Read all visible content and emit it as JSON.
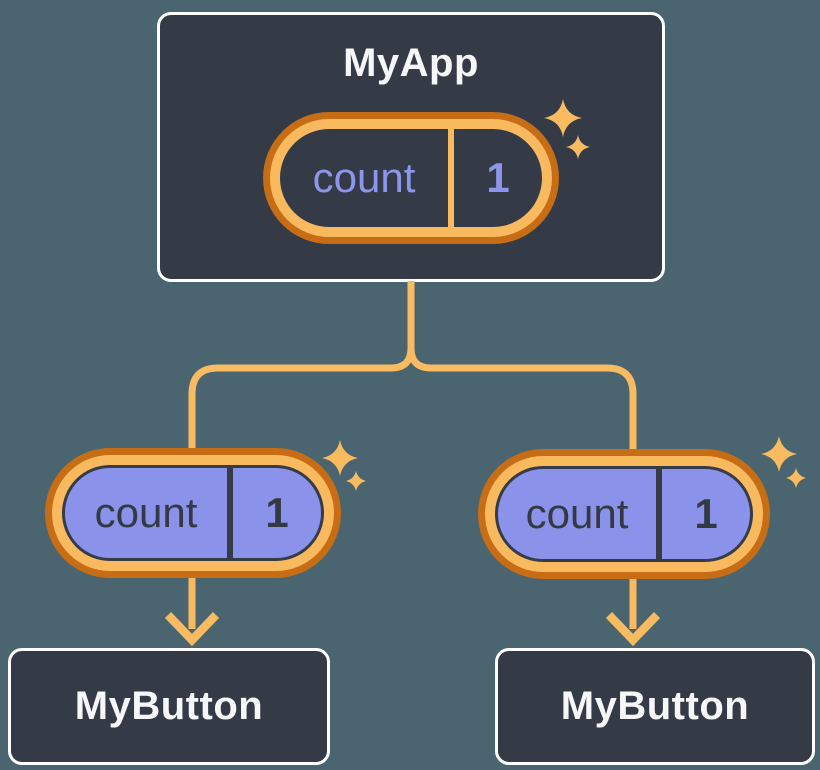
{
  "tree": {
    "root": {
      "label": "MyApp",
      "state": {
        "name": "count",
        "value": "1"
      }
    },
    "children": [
      {
        "label": "MyButton",
        "state": {
          "name": "count",
          "value": "1"
        }
      },
      {
        "label": "MyButton",
        "state": {
          "name": "count",
          "value": "1"
        }
      }
    ]
  },
  "icons": {
    "sparkle": "sparkle-icon",
    "arrow": "arrow-down-icon"
  },
  "colors": {
    "background": "#4b6570",
    "card_fill": "#343b46",
    "card_border": "#ffffff",
    "title_text": "#f6f7f9",
    "state_pill_purple": "#8a92ea",
    "state_text_dark": "#333a44",
    "state_text_purple": "#8d96ec",
    "ring_light_orange": "#f9b95f",
    "ring_dark_orange": "#c66d15",
    "connector_orange": "#f8bb61"
  }
}
